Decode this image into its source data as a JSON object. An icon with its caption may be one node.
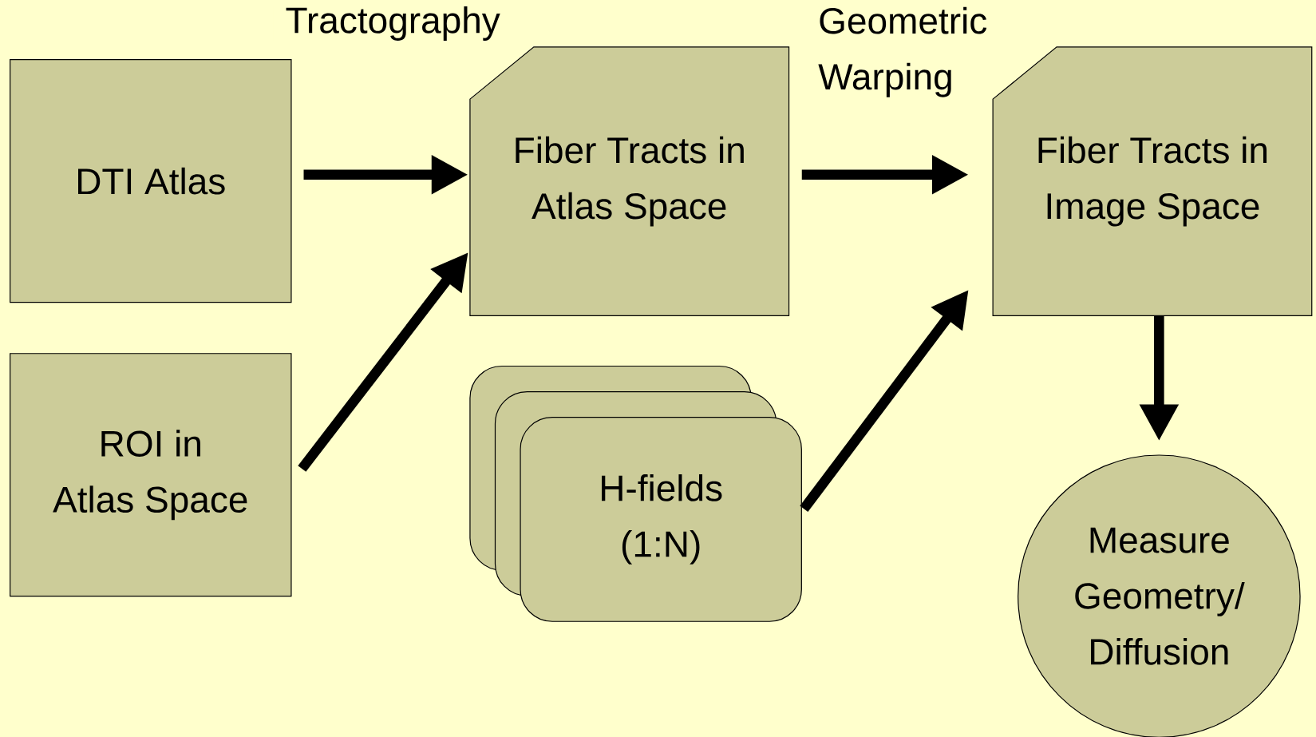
{
  "diagram": {
    "nodes": [
      {
        "text": [
          "DTI Atlas"
        ]
      },
      {
        "text": [
          "ROI in Atlas Space"
        ]
      },
      {
        "text": [
          "Fiber Tracts in Atlas Space"
        ]
      },
      {
        "text": [
          "H-fields (1:N)"
        ]
      },
      {
        "text": [
          "Fiber Tracts in Image Space"
        ]
      },
      {
        "text": [
          "Measure Geometry/ Diffusion"
        ]
      }
    ],
    "edges": [
      {
        "from": 0,
        "to": 2,
        "arrow": "to",
        "label": "Tractography"
      },
      {
        "from": 1,
        "to": 2,
        "arrow": "to"
      },
      {
        "from": 2,
        "to": 4,
        "arrow": "to",
        "label": "Geometric Warping"
      },
      {
        "from": 3,
        "to": 4,
        "arrow": "to"
      },
      {
        "from": 4,
        "to": 5,
        "arrow": "to"
      }
    ]
  }
}
